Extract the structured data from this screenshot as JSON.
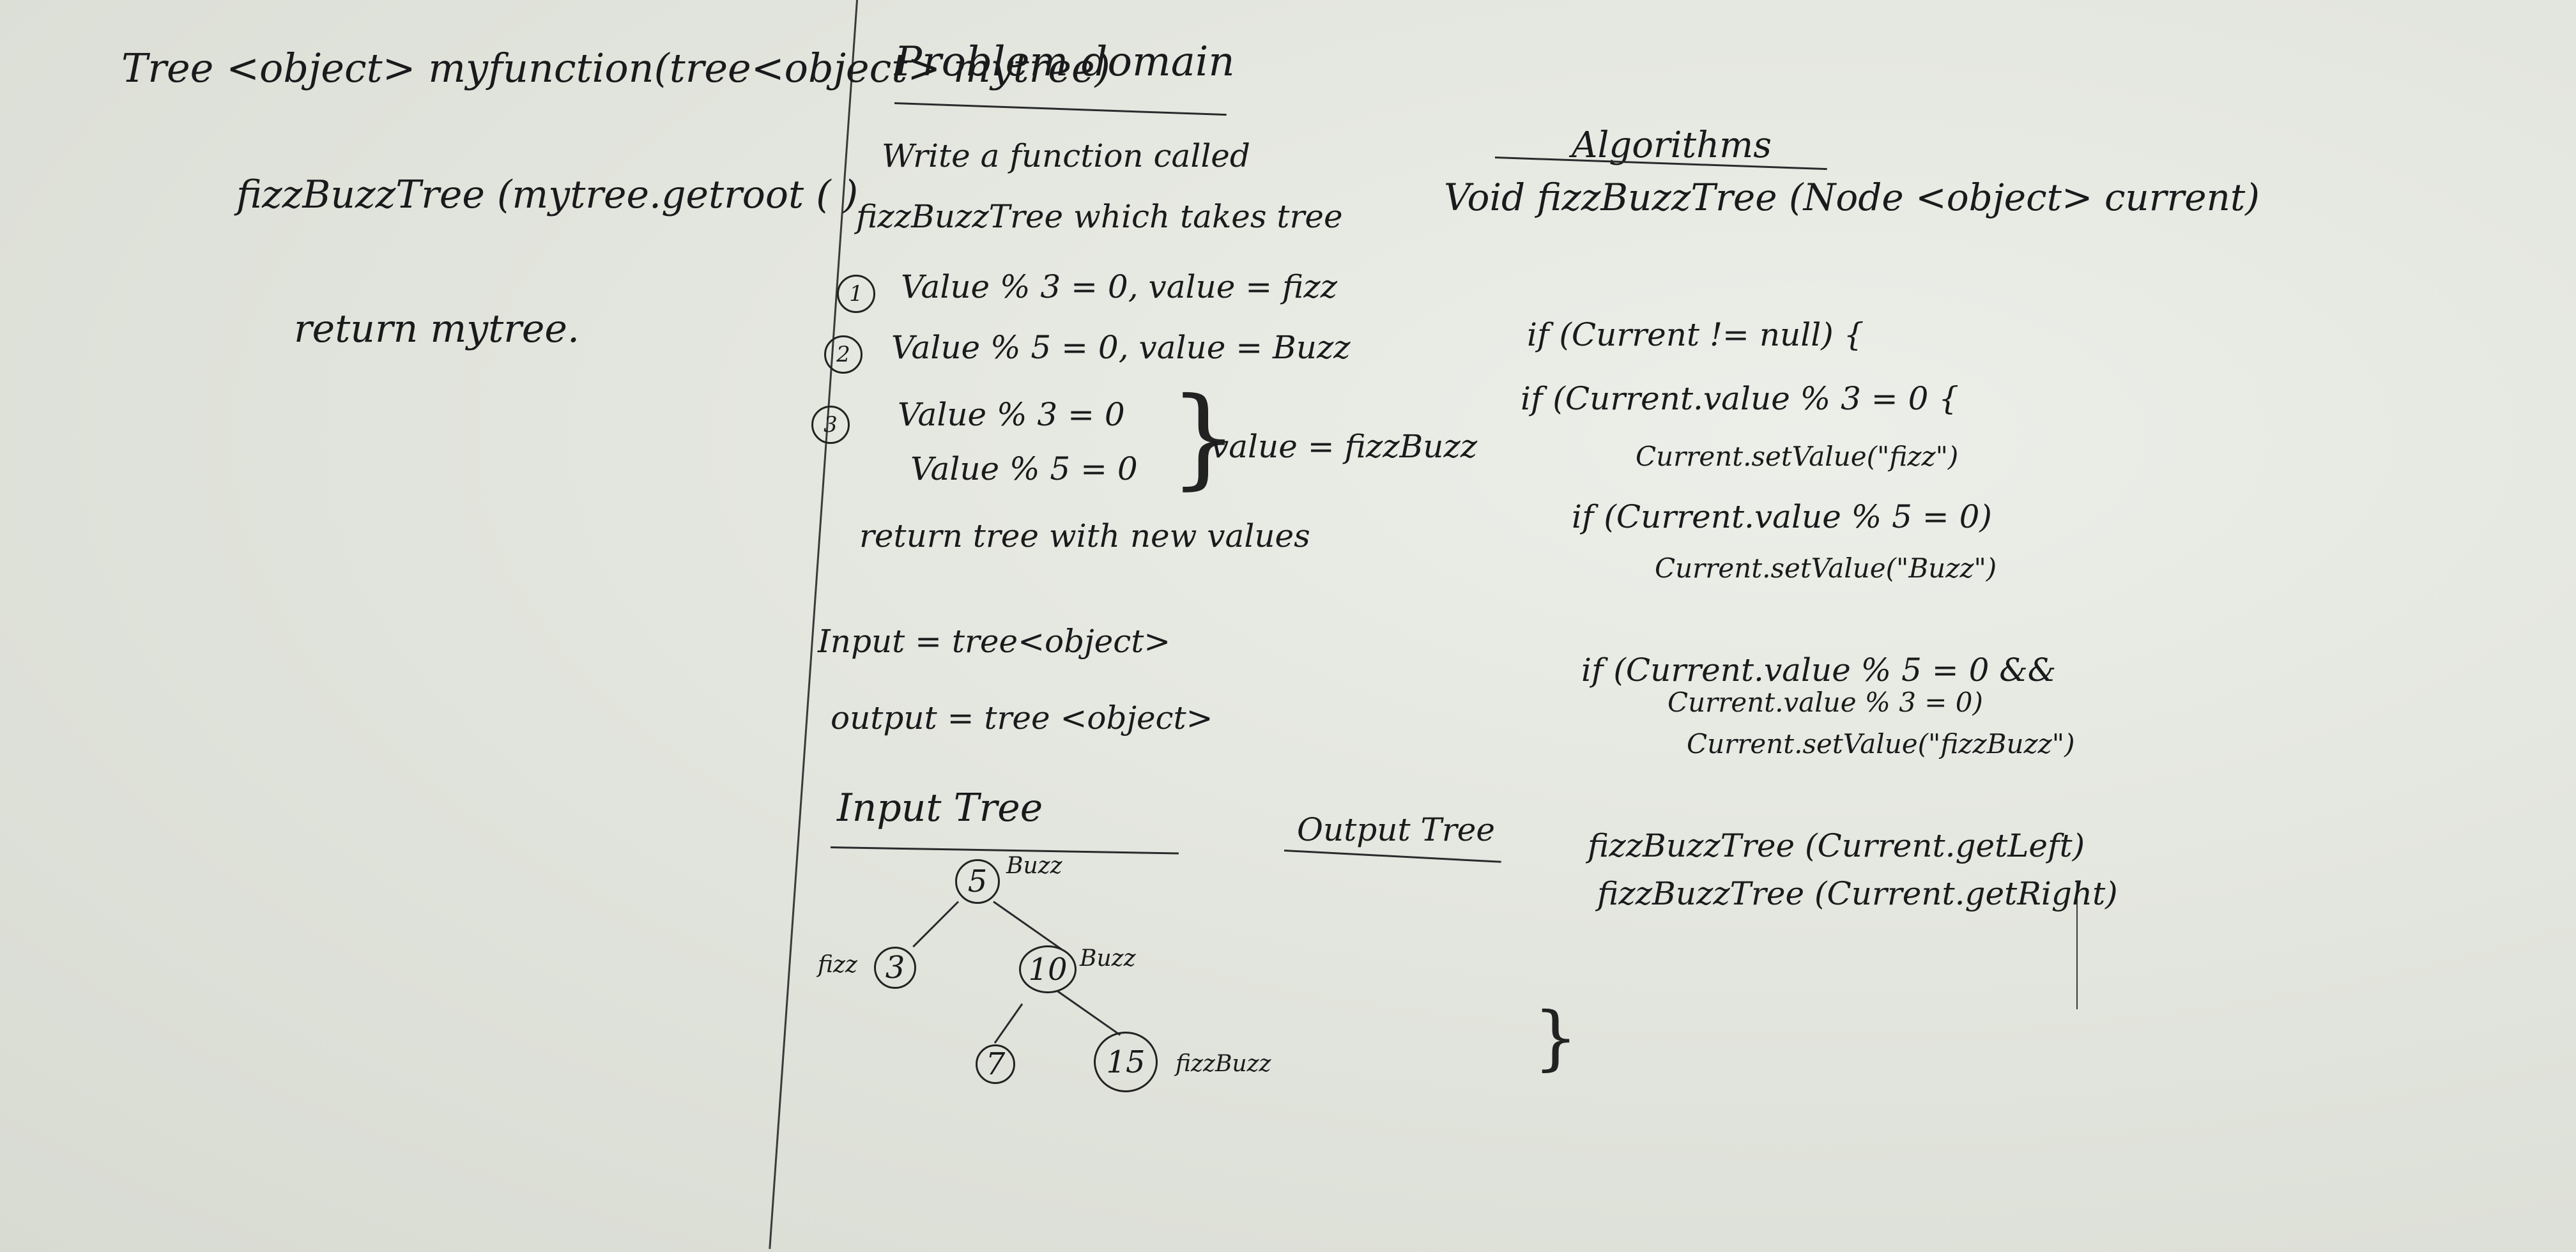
{
  "left": {
    "signature": "Tree <object> myfunction(tree<object> mytree)",
    "call": "fizzBuzzTree (mytree.getroot ( )",
    "return": "return mytree."
  },
  "problem": {
    "heading": "Problem domain",
    "line1": "Write a function called",
    "line2": "fizzBuzzTree which takes tree",
    "item1_num": "1",
    "item1": "Value % 3 = 0, value = fizz",
    "item2_num": "2",
    "item2": "Value % 5 = 0, value = Buzz",
    "item3_num": "3",
    "item3a": "Value % 3 = 0",
    "item3b": "Value % 5 = 0",
    "item3c": "value = fizzBuzz",
    "return": "return tree with new values",
    "input": "Input = tree<object>",
    "output": "output = tree <object>"
  },
  "tree": {
    "input_heading": "Input Tree",
    "output_heading": "Output Tree",
    "nodes": [
      {
        "value": "5",
        "label": "Buzz"
      },
      {
        "value": "3",
        "label": "fizz"
      },
      {
        "value": "10",
        "label": "Buzz"
      },
      {
        "value": "7",
        "label": ""
      },
      {
        "value": "15",
        "label": "fizzBuzz"
      }
    ]
  },
  "algorithms": {
    "heading": "Algorithms",
    "signature": "Void fizzBuzzTree (Node <object> current)",
    "l1": "if (Current != null) {",
    "l2": "if (Current.value % 3 = 0 {",
    "l3": "Current.setValue(\"fizz\")",
    "l4": "if (Current.value % 5 = 0)",
    "l5": "Current.setValue(\"Buzz\")",
    "l6": "if (Current.value % 5 = 0 &&",
    "l7": "Current.value % 3 = 0)",
    "l8": "Current.setValue(\"fizzBuzz\")",
    "l9": "fizzBuzzTree (Current.getLeft)",
    "l10": "fizzBuzzTree (Current.getRight)"
  }
}
